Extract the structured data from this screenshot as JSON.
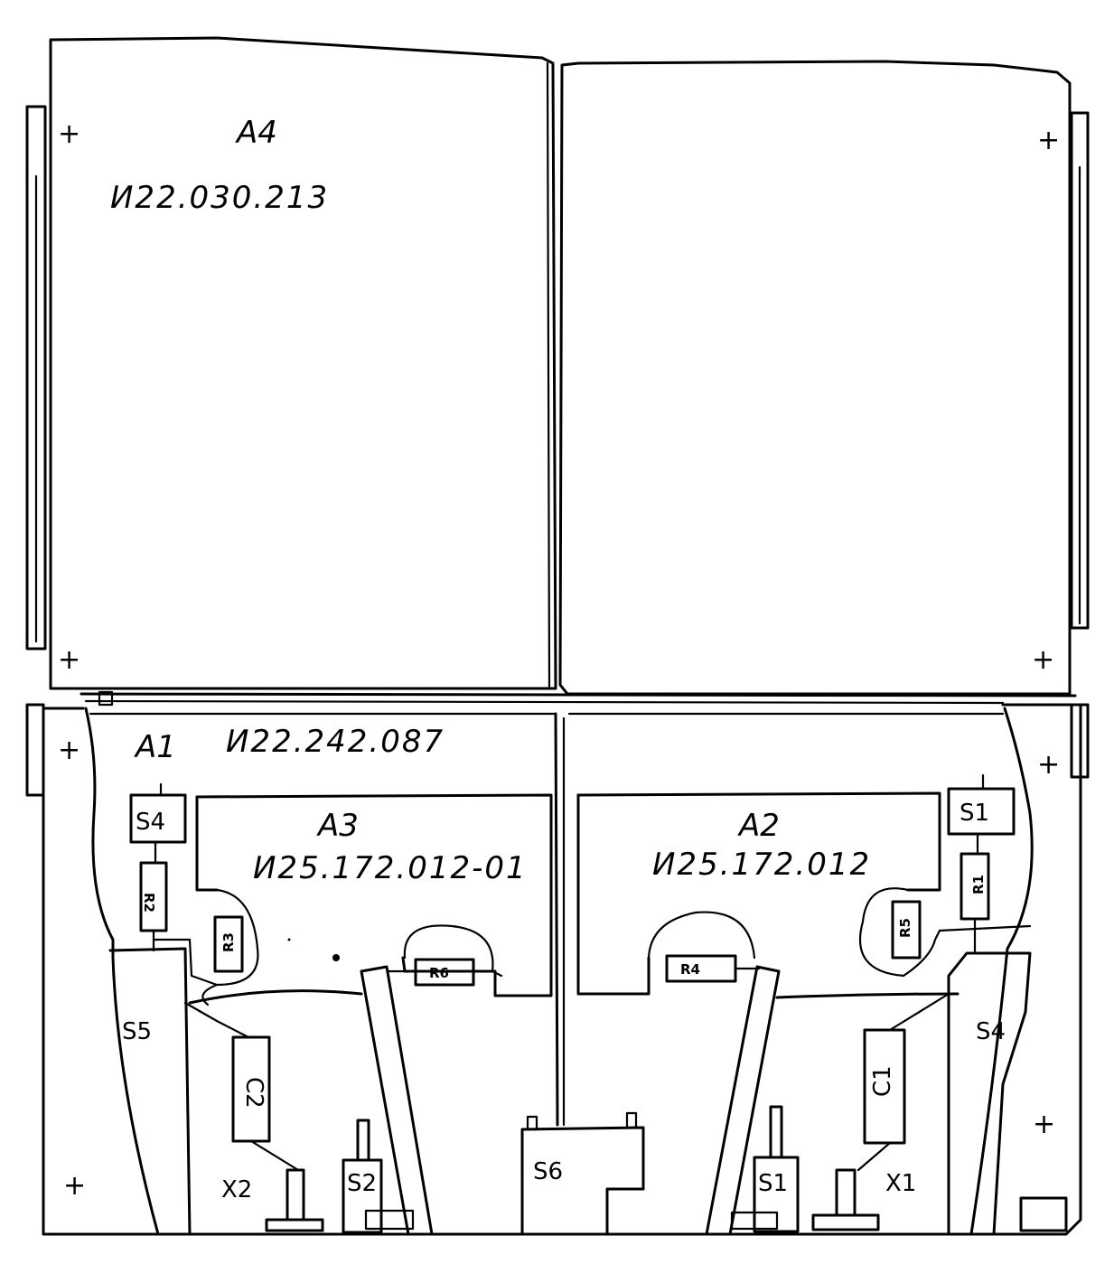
{
  "assemblies": {
    "a4": {
      "designator": "A4",
      "code": "И22.030.213"
    },
    "a1": {
      "designator": "A1",
      "code": "И22.242.087"
    },
    "a3": {
      "designator": "A3",
      "code": "И25.172.012-01"
    },
    "a2": {
      "designator": "A2",
      "code": "И25.172.012"
    }
  },
  "components": {
    "s4_small": "S4",
    "s1_small": "S1",
    "r2": "R2",
    "r1": "R1",
    "r3": "R3",
    "r5": "R5",
    "r6": "R6",
    "r4": "R4",
    "s5": "S5",
    "s4_large": "S4",
    "c2": "C2",
    "c1": "C1",
    "x2": "X2",
    "x1": "X1",
    "s2": "S2",
    "s1_toggle": "S1",
    "s6": "S6"
  },
  "mounting_mark": "+"
}
